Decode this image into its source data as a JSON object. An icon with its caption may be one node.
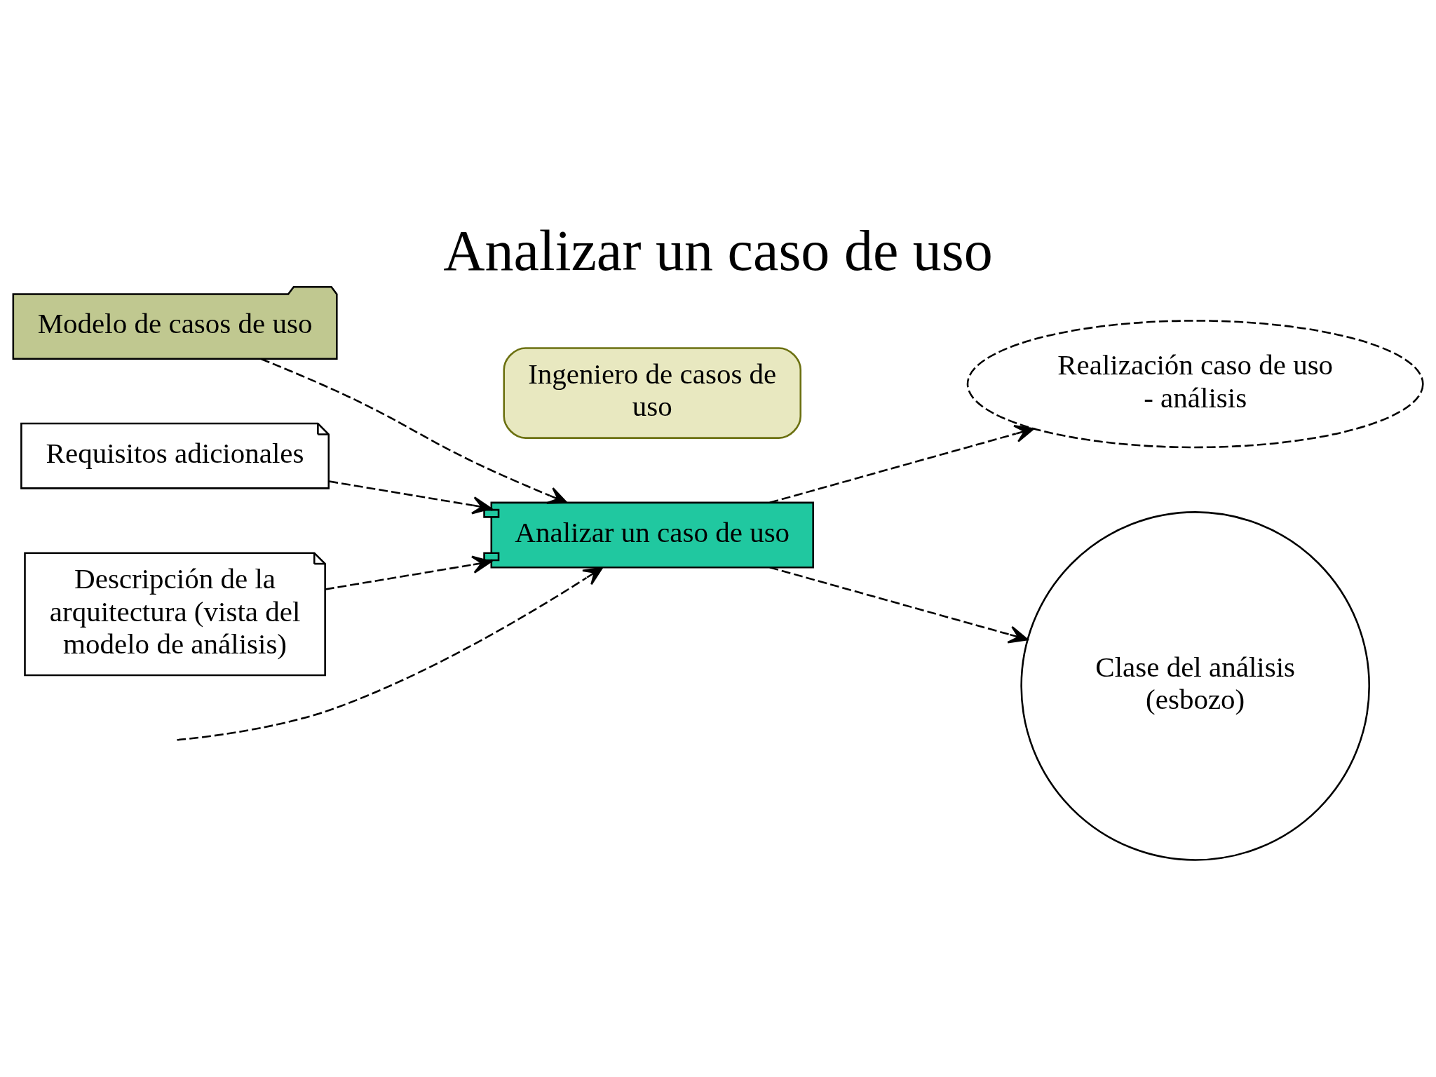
{
  "diagram": {
    "title": "Analizar un caso de uso",
    "nodes": [
      {
        "text": [
          "Modelo de casos de uso"
        ]
      },
      {
        "text": [
          "Requisitos adicionales"
        ]
      },
      {
        "text": [
          "Descripción de la arquitectura (vista del modelo de análisis)"
        ]
      },
      {
        "text": [
          "Ingeniero de casos de uso"
        ]
      },
      {
        "text": [
          "Analizar un caso de uso"
        ]
      },
      {
        "text": [
          "Realización caso de uso - análisis"
        ]
      },
      {
        "text": [
          "Clase del análisis (esbozo)"
        ]
      }
    ],
    "edges": [
      {
        "from": 0,
        "to": 4,
        "arrow": "to",
        "style": "dashed"
      },
      {
        "from": 1,
        "to": 4,
        "arrow": "to",
        "style": "dashed"
      },
      {
        "from": null,
        "to": 4,
        "arrow": "to",
        "style": "dashed"
      },
      {
        "from": 2,
        "to": 4,
        "arrow": "to",
        "style": "dashed"
      },
      {
        "from": 4,
        "to": 5,
        "arrow": "to",
        "style": "dashed"
      },
      {
        "from": 4,
        "to": 6,
        "arrow": "to",
        "style": "dashed"
      }
    ]
  }
}
